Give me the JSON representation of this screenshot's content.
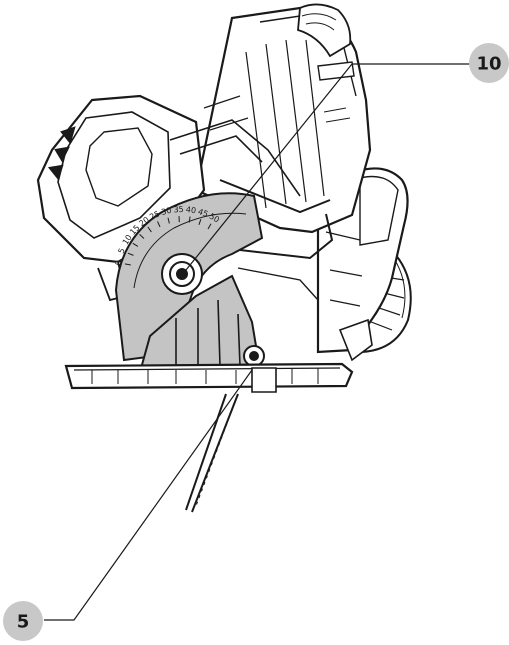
{
  "figure": {
    "callouts": [
      {
        "id": "callout-10",
        "label": "10"
      },
      {
        "id": "callout-5",
        "label": "5"
      }
    ],
    "bevel_scale": {
      "tick_labels": [
        "0",
        "5",
        "10",
        "15",
        "20",
        "25",
        "30",
        "35",
        "40",
        "45",
        "50"
      ]
    }
  },
  "colors": {
    "line": "#1a1a1a",
    "highlight": "#c4c4c4",
    "callout_bubble": "#c8c8c8",
    "background": "#ffffff"
  }
}
